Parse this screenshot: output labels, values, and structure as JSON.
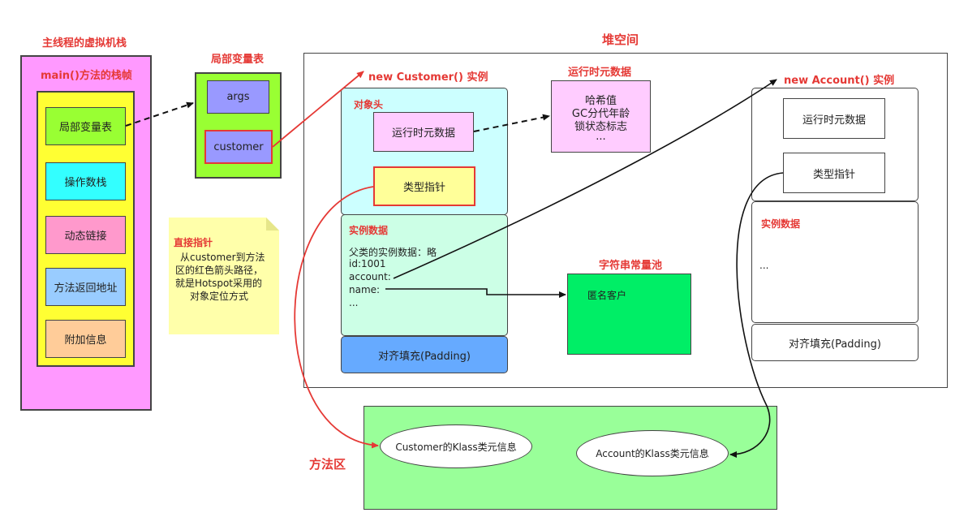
{
  "stack": {
    "title": "主线程的虚拟机栈",
    "frame_title": "main()方法的栈帧",
    "items": [
      "局部变量表",
      "操作数栈",
      "动态链接",
      "方法返回地址",
      "附加信息"
    ]
  },
  "locals": {
    "title": "局部变量表",
    "args": "args",
    "customer": "customer"
  },
  "note": {
    "title": "直接指针",
    "lines": [
      "从customer到方法",
      "区的红色箭头路径，",
      "就是Hotspot采用的",
      "对象定位方式"
    ]
  },
  "heap": {
    "title": "堆空间",
    "customer_title": "new Customer() 实例",
    "object_header": "对象头",
    "runtime_meta": "运行时元数据",
    "type_pointer": "类型指针",
    "instance_data": "实例数据",
    "instance_lines": [
      "父类的实例数据：略",
      "id:1001",
      "account:",
      "name:",
      "..."
    ],
    "padding": "对齐填充(Padding)",
    "meta_title": "运行时元数据",
    "meta_lines": [
      "哈希值",
      "GC分代年龄",
      "锁状态标志",
      "..."
    ],
    "string_pool_title": "字符串常量池",
    "string_pool_value": "匿名客户",
    "account_title": "new Account() 实例",
    "account_runtime_meta": "运行时元数据",
    "account_type_pointer": "类型指针",
    "account_instance_data": "实例数据",
    "account_instance_dots": "...",
    "account_padding": "对齐填充(Padding)"
  },
  "method_area": {
    "title": "方法区",
    "customer_klass": "Customer的Klass类元信息",
    "account_klass": "Account的Klass类元信息"
  },
  "colors": {
    "accent_red": "#e53935",
    "stack_bg": "#ff99ff",
    "frame_bg": "#ffff33",
    "locals_bg": "#99ff33",
    "var_bg": "#9999ff",
    "header_bg": "#ccffff",
    "instance_bg": "#ccffe6",
    "padding_bg": "#66aaff",
    "meta_bg": "#ffccff",
    "pool_bg": "#00ee66",
    "method_bg": "#99ff99",
    "note_bg": "#ffffaa"
  }
}
